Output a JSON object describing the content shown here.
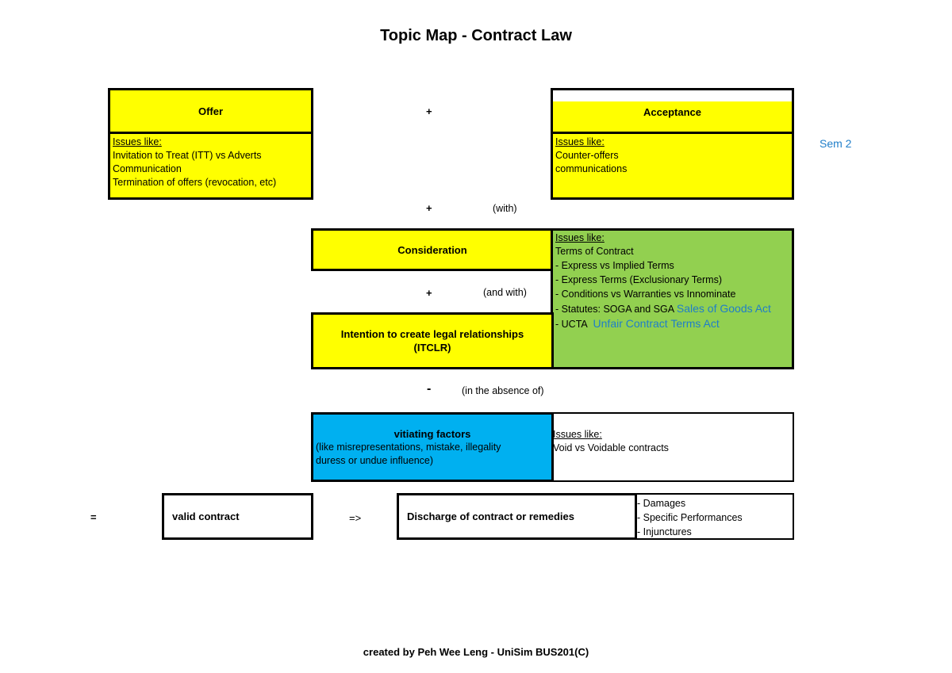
{
  "title": "Topic Map - Contract Law",
  "offer": {
    "header": "Offer",
    "issues_heading": "Issues like:",
    "items": [
      "Invitation to Treat (ITT) vs Adverts",
      "Communication",
      "Termination of offers (revocation, etc)"
    ]
  },
  "acceptance": {
    "header": "Acceptance",
    "issues_heading": "Issues like:",
    "items": [
      "Counter-offers",
      "communications"
    ]
  },
  "sem_note": "Sem 2",
  "ops": {
    "plus1": "+",
    "plus2": "+",
    "with": "(with)",
    "plus3": "+",
    "and_with": "(and with)",
    "minus": "-",
    "absence": "(in the absence of)",
    "equals": "=",
    "arrow": "=>"
  },
  "consideration": {
    "header": "Consideration"
  },
  "terms": {
    "issues_heading": "Issues like:",
    "items": [
      "Terms of Contract",
      "- Express vs Implied Terms",
      "- Express Terms (Exclusionary Terms)",
      "- Conditions vs Warranties vs Innominate",
      "- Statutes: SOGA and SGA",
      "- UCTA"
    ],
    "soga_note": "Sales of Goods Act",
    "ucta_note": "Unfair Contract Terms Act"
  },
  "itclr": {
    "header_line1": "Intention to create legal relationships",
    "header_line2": "(ITCLR)"
  },
  "vitiating": {
    "header": "vitiating factors",
    "line1": "(like misrepresentations, mistake, illegality",
    "line2": "duress or undue influence)",
    "issues_heading": "Issues like:",
    "issues_item": "Void vs Voidable contracts"
  },
  "valid_contract": "valid contract",
  "discharge": {
    "header": "Discharge of contract or remedies",
    "items": [
      "- Damages",
      "- Specific Performances",
      "- Injunctures"
    ]
  },
  "footer": "created by Peh Wee Leng - UniSim BUS201(C)"
}
